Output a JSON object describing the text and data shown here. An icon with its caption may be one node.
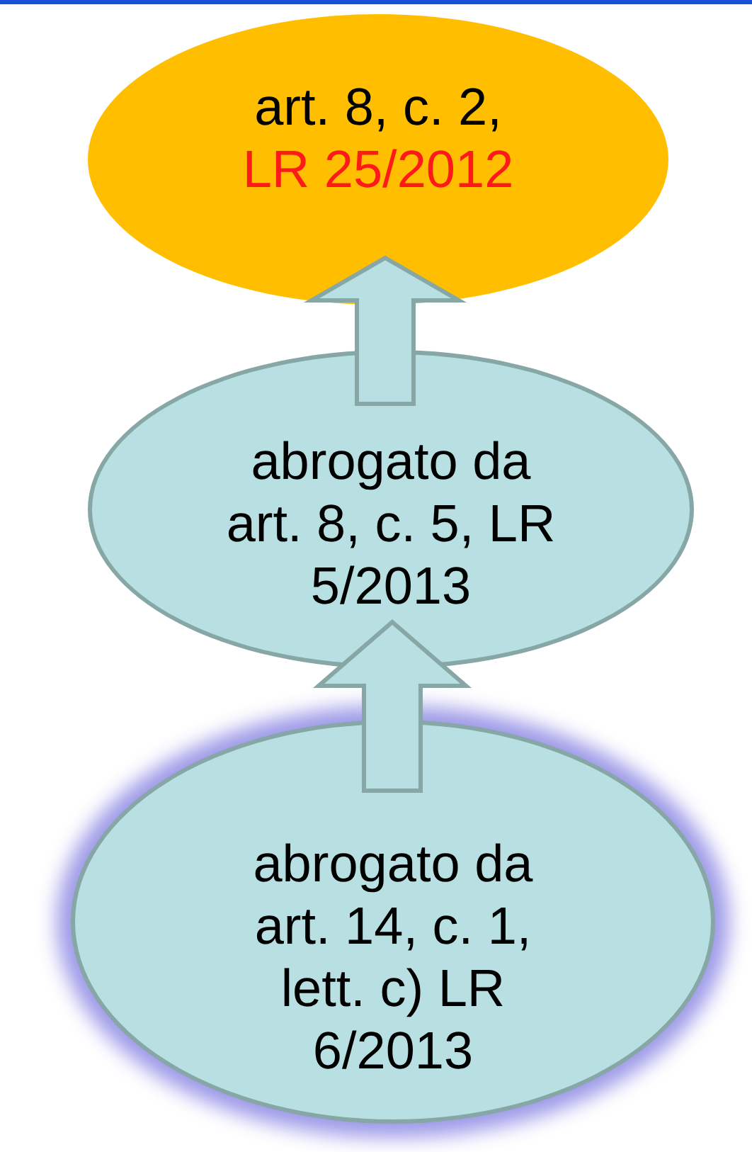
{
  "diagram": {
    "nodes": [
      {
        "text": [
          "art. 8, c. 2,",
          "LR 25/2012"
        ]
      },
      {
        "text": [
          "abrogato da art. 8, c. 5, LR 5/2013"
        ]
      },
      {
        "text": [
          "abrogato da art. 14, c. 1, lett. c) LR 6/2013"
        ]
      }
    ],
    "edges": [
      {
        "from": 1,
        "to": 0,
        "arrow": "to"
      },
      {
        "from": 2,
        "to": 1,
        "arrow": "to"
      }
    ]
  }
}
